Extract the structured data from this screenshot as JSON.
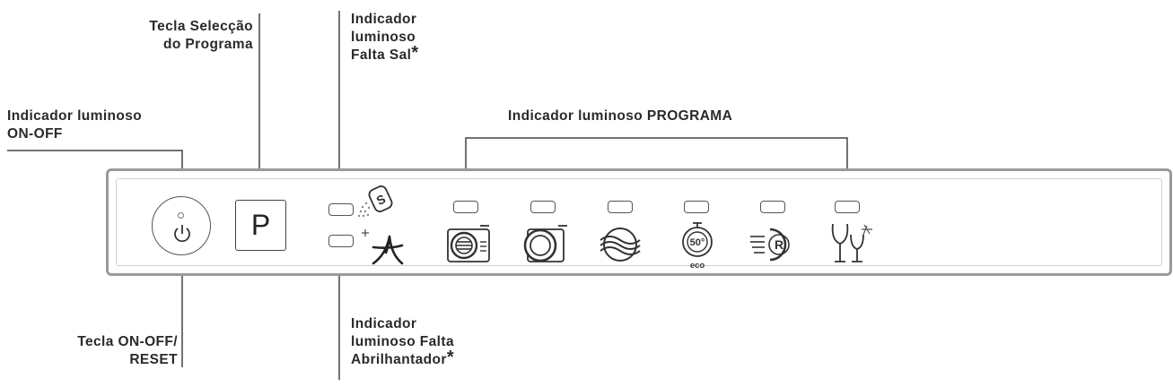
{
  "labels": {
    "tecla_seleccao": [
      "Tecla Selecção",
      "do  Programa"
    ],
    "indicador_sal": [
      "Indicador",
      "luminoso",
      "Falta Sal"
    ],
    "indicador_programa": "Indicador  luminoso  PROGRAMA",
    "indicador_onoff": [
      "Indicador  luminoso",
      "ON-OFF"
    ],
    "tecla_onoff": [
      "Tecla  ON-OFF/",
      "RESET"
    ],
    "indicador_abrilhantador": [
      "Indicador",
      "luminoso  Falta",
      "Abrilhantador"
    ],
    "asterisk": "*"
  },
  "panel": {
    "program_button_label": "P",
    "eco_icon_text": "50°",
    "eco_icon_subtext": "eco",
    "rapid_icon_text": "R",
    "salt_icon_text": "S"
  },
  "icons": [
    "power-icon",
    "salt-icon",
    "rinse-aid-icon",
    "intensive-program-icon",
    "normal-program-icon",
    "auto-program-icon",
    "eco-50-program-icon",
    "rapid-program-icon",
    "glass-program-icon"
  ]
}
